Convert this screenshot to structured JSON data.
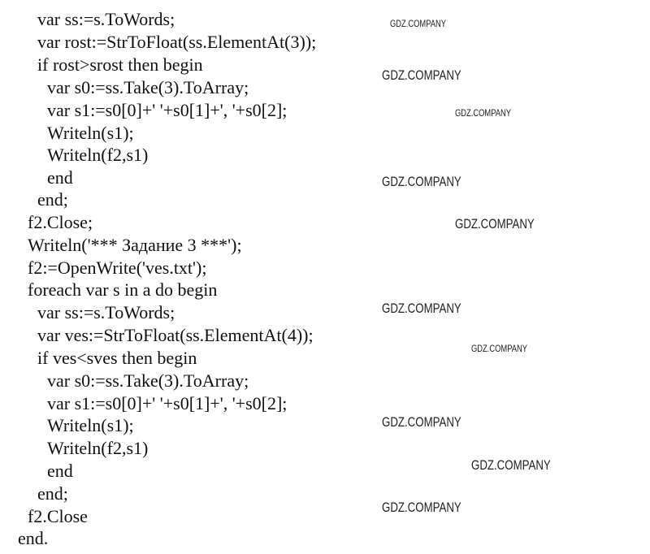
{
  "code_lines": [
    "var ss:=s.ToWords;",
    "var rost:=StrToFloat(ss.ElementAt(3));",
    "if rost>srost then begin",
    "var s0:=ss.Take(3).ToArray;",
    "var s1:=s0[0]+' '+s0[1]+', '+s0[2];",
    "Writeln(s1);",
    "Writeln(f2,s1)",
    "end",
    "end;",
    "f2.Close;",
    "Writeln('*** Задание 3 ***');",
    "f2:=OpenWrite('ves.txt');",
    "foreach var s in a do begin",
    "var ss:=s.ToWords;",
    "var ves:=StrToFloat(ss.ElementAt(4));",
    "if ves<sves then begin",
    "var s0:=ss.Take(3).ToArray;",
    "var s1:=s0[0]+' '+s0[1]+', '+s0[2];",
    "Writeln(s1);",
    "Writeln(f2,s1)",
    "end",
    "end;",
    "f2.Close",
    "end."
  ],
  "watermark": "GDZ.COMPANY"
}
